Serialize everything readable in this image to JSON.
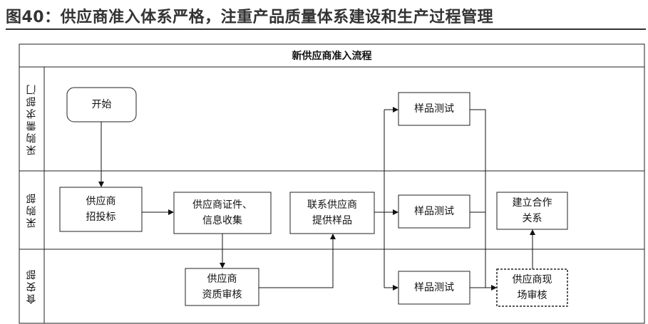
{
  "title": "图40：供应商准入体系严格，注重产品质量体系建设和生产过程管理",
  "diagram": {
    "header": "新供应商准入流程",
    "lanes": [
      "采购需求部门",
      "采购部",
      "食安部"
    ],
    "nodes": {
      "start": "开始",
      "bidding": "供应商\n招投标",
      "cert": "供应商证件、\n信息收集",
      "contact": "联系供应商\n提供样品",
      "qual": "供应商\n资质审核",
      "test1": "样品测试",
      "test2": "样品测试",
      "test3": "样品测试",
      "coop": "建立合作\n关系",
      "audit": "供应商现\n场审核"
    }
  }
}
